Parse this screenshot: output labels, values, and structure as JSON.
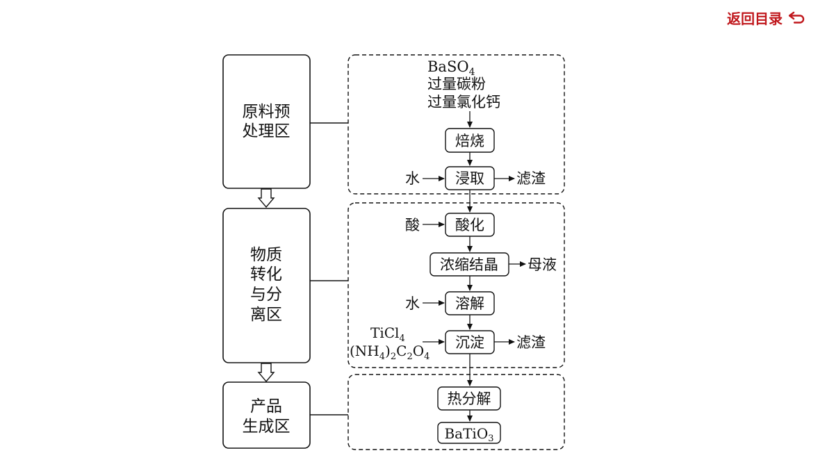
{
  "nav": {
    "return_label": "返回目录",
    "icon": "return-arrow-icon",
    "color": "#c0171c"
  },
  "zones": [
    {
      "lines": [
        "原料预",
        "处理区"
      ]
    },
    {
      "lines": [
        "物质",
        "转化",
        "与分",
        "离区"
      ]
    },
    {
      "lines": [
        "产品",
        "生成区"
      ]
    }
  ],
  "inputs": {
    "raw": [
      "过量碳粉",
      "过量氯化钙"
    ],
    "baso4": {
      "main": "BaSO",
      "sub": "4"
    },
    "water1": "水",
    "acid": "酸",
    "water2": "水",
    "ticl4": {
      "main": "TiCl",
      "sub": "4"
    },
    "oxalate": {
      "a": "(NH",
      "b": "4",
      "c": ")",
      "d": "2",
      "e": "C",
      "f": "2",
      "g": "O",
      "h": "4"
    }
  },
  "steps": {
    "roast": "焙烧",
    "leach": "浸取",
    "acidify": "酸化",
    "concentrate": "浓缩结晶",
    "dissolve": "溶解",
    "precipitate": "沉淀",
    "pyrolysis": "热分解",
    "product": {
      "main": "BaTiO",
      "sub": "3"
    }
  },
  "outputs": {
    "residue1": "滤渣",
    "mother_liquor": "母液",
    "residue2": "滤渣"
  }
}
